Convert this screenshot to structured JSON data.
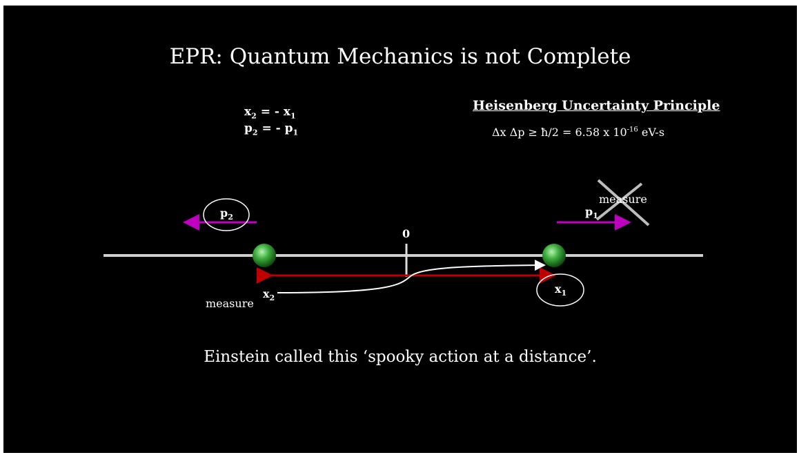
{
  "slide": {
    "title": "EPR: Quantum Mechanics is not Complete",
    "relations": {
      "x2": "x",
      "x2_sub": "2",
      "x_eq": " = - x",
      "x1_sub": "1",
      "p2": "p",
      "p2_sub": "2",
      "p_eq": " = - p",
      "p1_sub": "1"
    },
    "heisenberg": {
      "title": "Heisenberg Uncertainty Principle",
      "equation": "Δx Δp ≥  ħ/2  =  6.58 x 10",
      "exponent": "-16",
      "unit": " eV-s"
    },
    "diagram": {
      "origin_label": "0",
      "p2_label": "p",
      "p2_sub": "2",
      "p1_label": "p",
      "p1_sub": "1",
      "measure_top": "measure",
      "measure_left": "measure",
      "x2_label": "x",
      "x2_sub": "2",
      "x1_label": "x",
      "x1_sub": "1"
    },
    "caption": "Einstein called this ‘spooky action at a distance’.",
    "colors": {
      "background": "#000000",
      "momentum_arrow": "#c000c0",
      "position_arrow": "#c00000",
      "particle": "#3fae3f"
    }
  }
}
